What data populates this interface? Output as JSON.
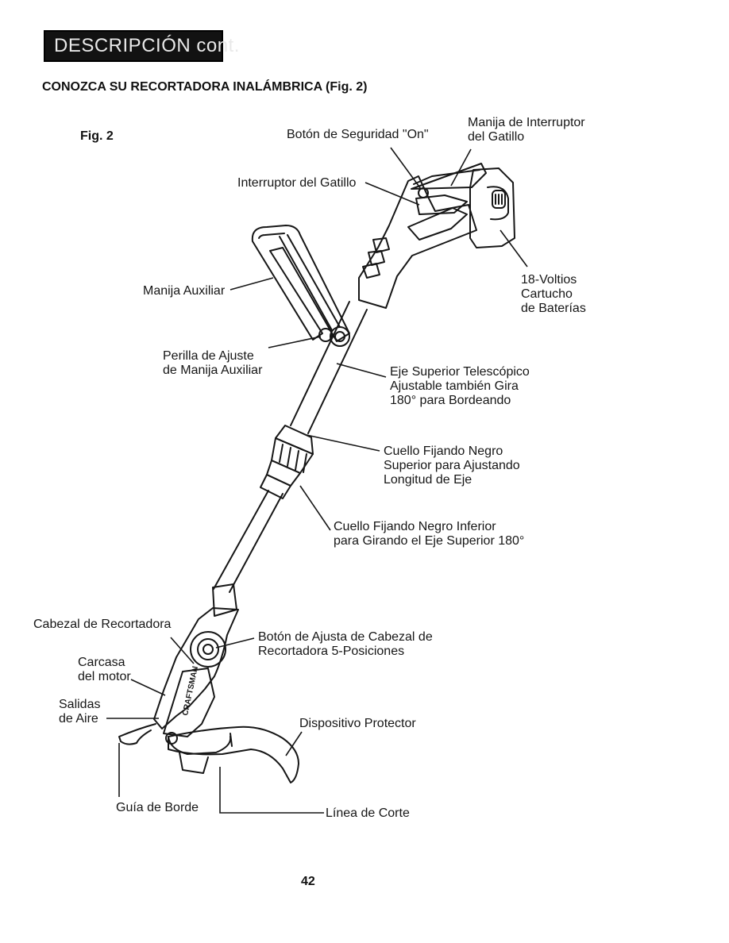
{
  "header": {
    "banner": "DESCRIPCIÓN cont.",
    "heading": "CONOZCA SU RECORTADORA INALÁMBRICA (Fig. 2)"
  },
  "figure": {
    "label": "Fig. 2",
    "callouts": {
      "boton_seguridad": "Botón de Seguridad \"On\"",
      "manija_interruptor_1": "Manija de Interruptor",
      "manija_interruptor_2": "del Gatillo",
      "interruptor_gatillo": "Interruptor del Gatillo",
      "bateria_1": "18-Voltios",
      "bateria_2": "Cartucho",
      "bateria_3": "de Baterías",
      "manija_auxiliar": "Manija Auxiliar",
      "perilla_1": "Perilla de Ajuste",
      "perilla_2": "de Manija Auxiliar",
      "eje_1": "Eje Superior Telescópico",
      "eje_2": "Ajustable también Gira",
      "eje_3": "180° para Bordeando",
      "cuello_sup_1": "Cuello Fijando Negro",
      "cuello_sup_2": "Superior para Ajustando",
      "cuello_sup_3": "Longitud de Eje",
      "cuello_inf_1": "Cuello Fijando Negro Inferior",
      "cuello_inf_2": "para Girando el Eje Superior 180°",
      "cabezal": "Cabezal de Recortadora",
      "boton_cabezal_1": "Botón de Ajusta de Cabezal de",
      "boton_cabezal_2": "Recortadora 5-Posiciones",
      "carcasa_1": "Carcasa",
      "carcasa_2": "del motor",
      "salidas_1": "Salidas",
      "salidas_2": "de Aire",
      "dispositivo": "Dispositivo Protector",
      "guia": "Guía de Borde",
      "linea": "Línea de Corte"
    },
    "logo_text": "CRAFTSMAN"
  },
  "footer": {
    "page_number": "42"
  }
}
